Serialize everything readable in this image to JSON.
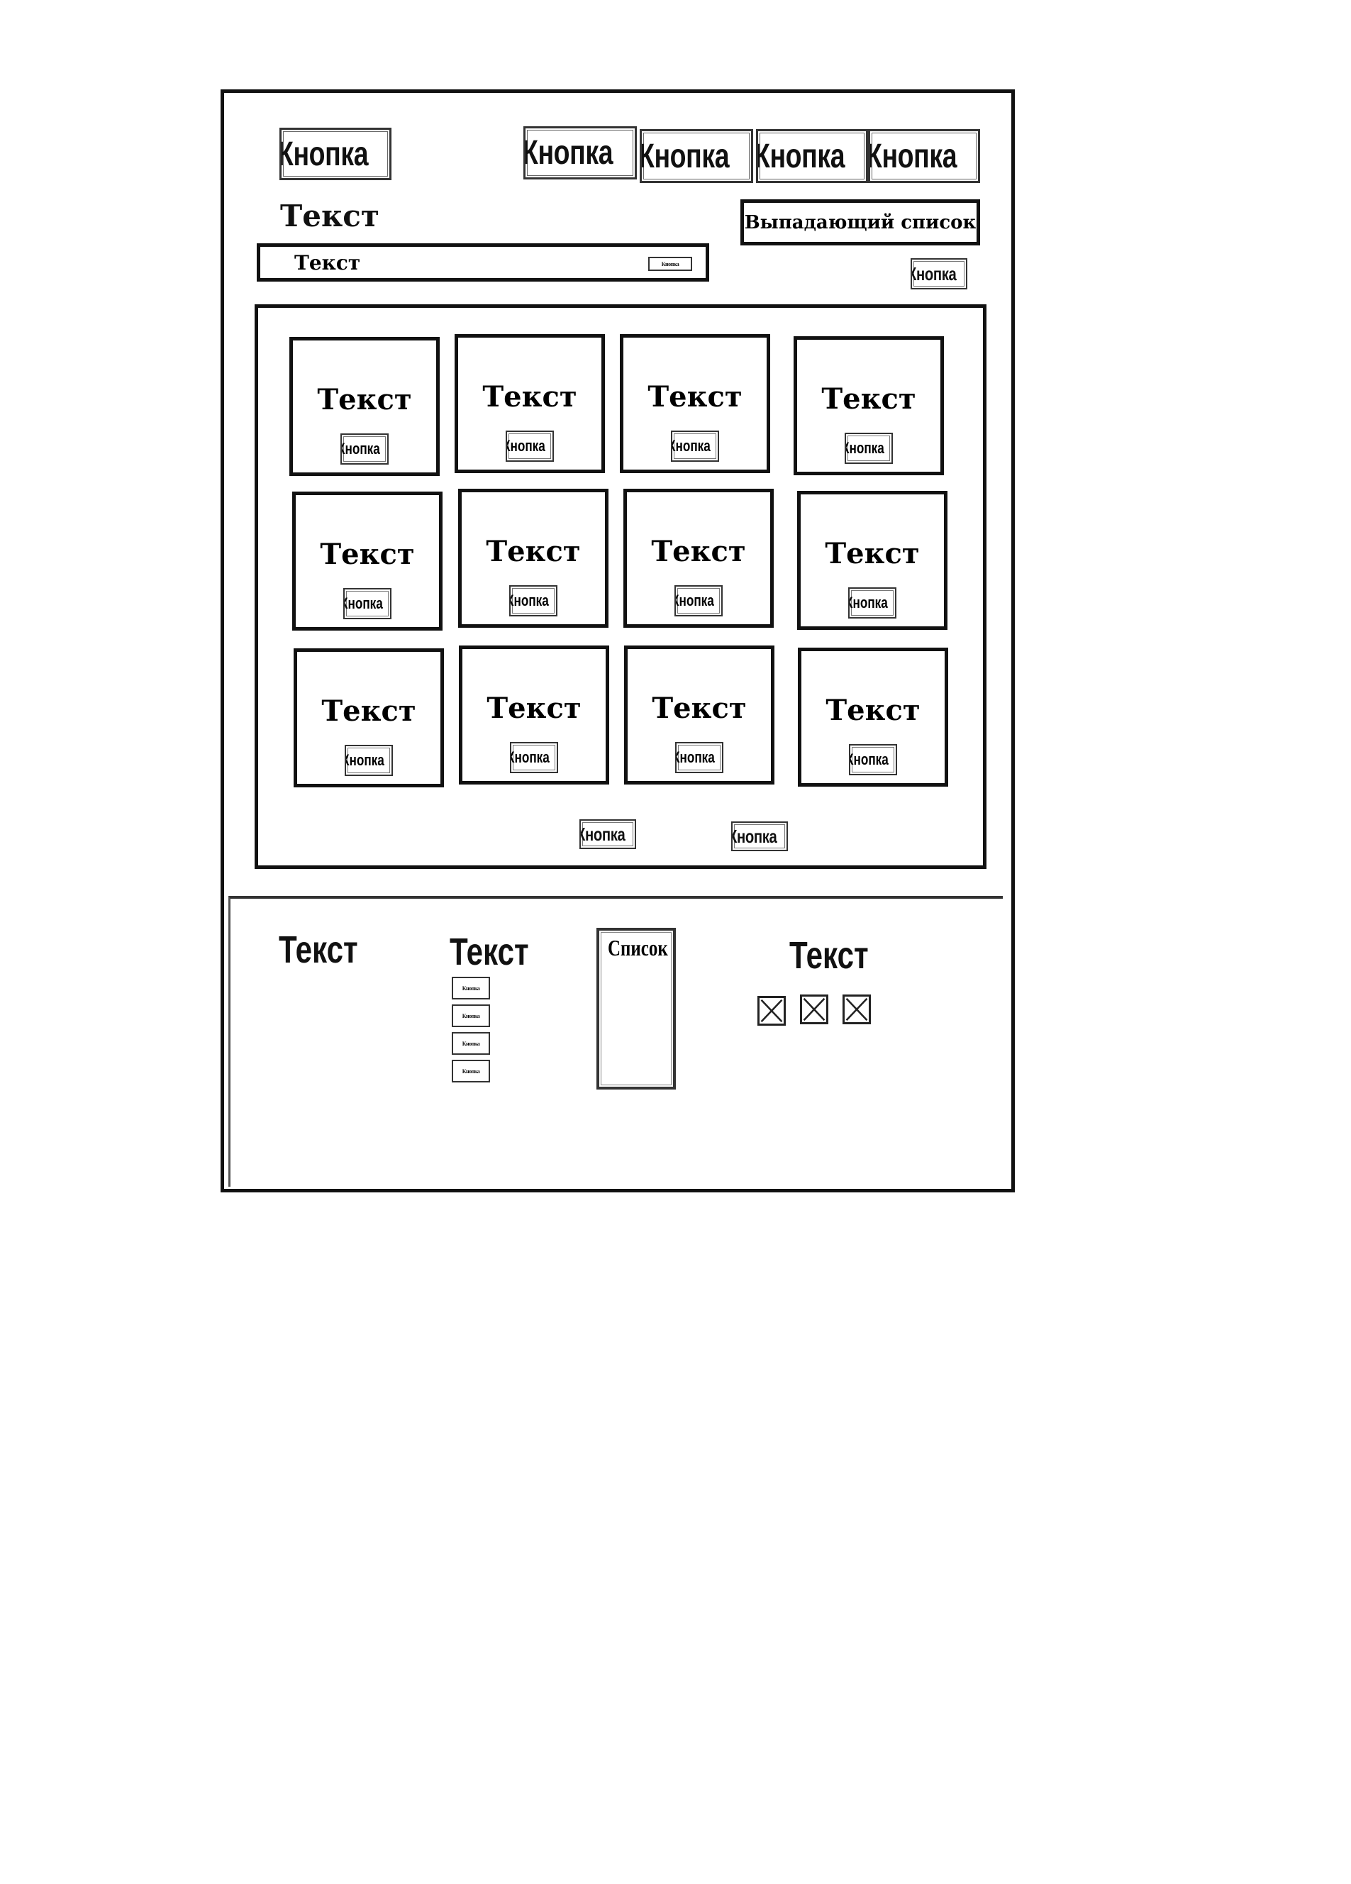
{
  "header": {
    "left_button": "Кнопка",
    "nav_buttons": [
      "Кнопка",
      "Кнопка",
      "Кнопка",
      "Кнопка"
    ],
    "title": "Текст",
    "dropdown": "Выпадающий список",
    "search_text": "Текст",
    "search_button": "Кнопка",
    "side_button": "Кнопка"
  },
  "grid": {
    "cards": [
      {
        "title": "Текст",
        "button": "Кнопка"
      },
      {
        "title": "Текст",
        "button": "Кнопка"
      },
      {
        "title": "Текст",
        "button": "Кнопка"
      },
      {
        "title": "Текст",
        "button": "Кнопка"
      },
      {
        "title": "Текст",
        "button": "Кнопка"
      },
      {
        "title": "Текст",
        "button": "Кнопка"
      },
      {
        "title": "Текст",
        "button": "Кнопка"
      },
      {
        "title": "Текст",
        "button": "Кнопка"
      },
      {
        "title": "Текст",
        "button": "Кнопка"
      },
      {
        "title": "Текст",
        "button": "Кнопка"
      },
      {
        "title": "Текст",
        "button": "Кнопка"
      },
      {
        "title": "Текст",
        "button": "Кнопка"
      }
    ],
    "pager_buttons": [
      "Кнопка",
      "Кнопка"
    ]
  },
  "footer": {
    "text1": "Текст",
    "text2": "Текст",
    "small_buttons": [
      "Кнопка",
      "Кнопка",
      "Кнопка",
      "Кнопка"
    ],
    "list_label": "Список",
    "text3": "Текст",
    "checkboxes": 3
  }
}
